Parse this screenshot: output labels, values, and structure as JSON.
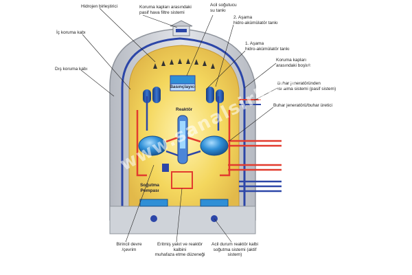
{
  "labels": {
    "hydrogen": "Hidrojen birleştirici",
    "filter": "Koruma kapları arasındaki\npasif hava filtre sistemi",
    "emergency_tank": "Acil soğutucu\nsu tankı",
    "stage2": "2. Aşama\nhidro-akümülatör tankı",
    "inner_shell": "İç koruma kabı",
    "stage1": "1. Aşama\nhidro-akümülatör tankı",
    "outer_shell": "Dış koruma kabı",
    "gap": "Koruma kapları\narasındaki boşluk",
    "steam_removal": "Buhar jeneratöründen\nısı alma sistemi (pasif sistem)",
    "steam_gen": "Buhar jeneratörü/buhar üretici",
    "pressurizer": "Basınçlayıcı",
    "reactor": "Reaktör",
    "pump": "Soğutma\nPompası",
    "primary_loop": "Birincil devre\n/çevrim",
    "melt_device": "Eritmiş yakıt ve reaktör kalbini\nmuhafaza etme düzeneği",
    "active_cooling": "Acil durum reaktör kalbi\nsoğutma sistemi (aktif sistem)"
  },
  "watermark": "www.sanalsirket.com",
  "colors": {
    "outer_shell": "#c9ccd2",
    "inner_dome": "#f4d75e",
    "steam_gen": "#2f8fd6",
    "tanks": "#1f4fa3",
    "hot_pipe": "#e23b2e",
    "cold_pipe": "#2c46a8"
  }
}
